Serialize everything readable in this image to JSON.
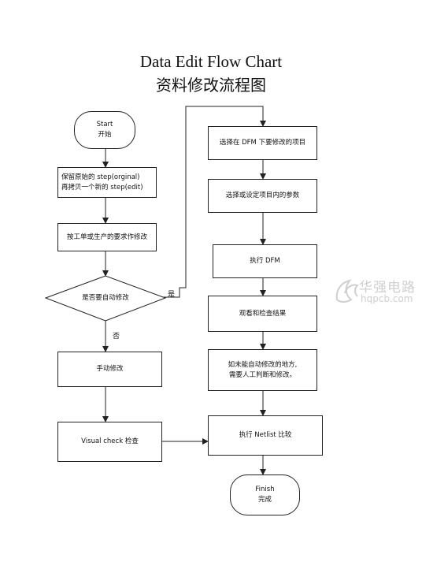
{
  "title": {
    "en": "Data Edit Flow Chart",
    "cn": "资料修改流程图"
  },
  "nodes": {
    "start": {
      "line1": "Start",
      "line2": "开始"
    },
    "save_original": {
      "line1": "保留原始的 step(orginal)",
      "line2": "再拷贝一个新的 step(edit)"
    },
    "modify_by_requirements": {
      "text": "按工单或生产的要求作修改"
    },
    "decision_auto": {
      "text": "是否要自动修改"
    },
    "manual_edit": {
      "text": "手动修改"
    },
    "visual_check": {
      "text": "Visual check 检查"
    },
    "select_dfm_items": {
      "text": "选择在 DFM 下要修改的项目"
    },
    "select_params": {
      "text": "选择或设定项目内的参数"
    },
    "run_dfm": {
      "text": "执行 DFM"
    },
    "observe_results": {
      "text": "观看和检查结果"
    },
    "manual_fix": {
      "line1": "如未能自动修改的地方,",
      "line2": "需要人工判断和修改。"
    },
    "run_netlist": {
      "text": "执行 Netlist 比较"
    },
    "finish": {
      "line1": "Finish",
      "line2": "完成"
    }
  },
  "edge_labels": {
    "yes": "是",
    "no": "否"
  },
  "watermark": {
    "cn": "华强电路",
    "url": "hqpcb.com"
  },
  "colors": {
    "line": "#222222",
    "background": "#ffffff",
    "watermark": "#cfcfcf"
  }
}
